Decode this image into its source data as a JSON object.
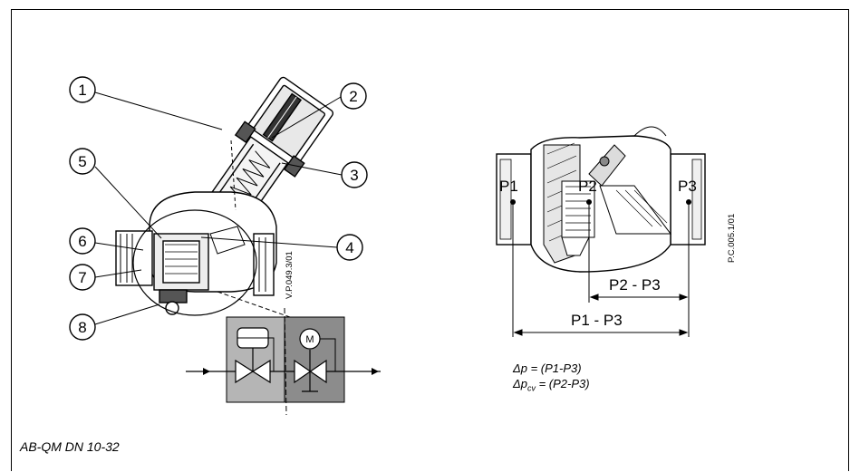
{
  "left_figure": {
    "callouts": [
      "1",
      "2",
      "3",
      "4",
      "5",
      "6",
      "7",
      "8"
    ],
    "drawing_ref": "V.P.049.3/01",
    "motor_symbol": "M",
    "colors": {
      "block_light": "#b5b5b5",
      "block_dark": "#8c8c8c"
    }
  },
  "right_figure": {
    "port_labels": [
      "P1",
      "P2",
      "P3"
    ],
    "dimension_labels": {
      "p2_p3": "P2 - P3",
      "p1_p3": "P1 - P3"
    },
    "drawing_ref": "P.C.005.1/01"
  },
  "formulas": {
    "dp_prefix": "Δp = ",
    "dp_value": "(P1-P3)",
    "dpcv_prefix": "Δp",
    "dpcv_sub": "cv",
    "dpcv_value": " = (P2-P3)"
  },
  "caption": "AB-QM DN 10-32"
}
